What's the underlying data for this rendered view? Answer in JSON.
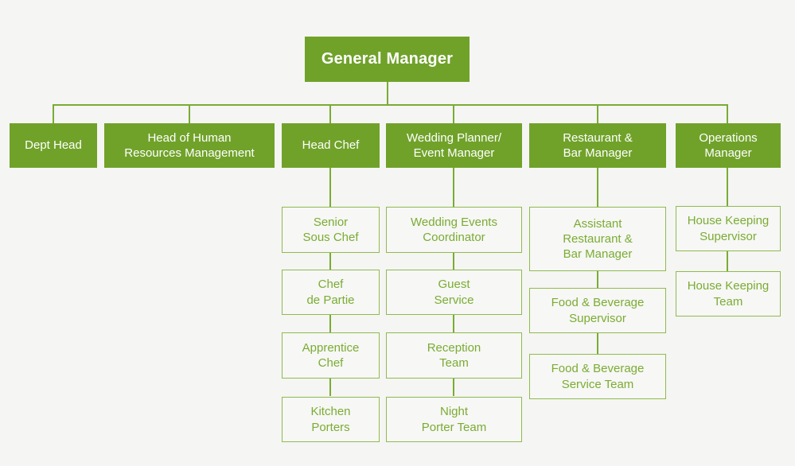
{
  "meta": {
    "title": "Hotel Organizational Chart",
    "colors": {
      "node_fill_green": "#70a22a",
      "node_outline_green": "#8fbb4e",
      "text_green": "#7aac33",
      "text_white": "#ffffff",
      "background": "#f5f5f3"
    }
  },
  "chart_data": {
    "type": "diagram",
    "diagram_kind": "organizational-chart",
    "root": "General Manager",
    "nodes": [
      {
        "id": "gm",
        "label": "General Manager",
        "style": "filled",
        "level": 0,
        "parent": null
      },
      {
        "id": "dept-head",
        "label": "Dept Head",
        "style": "filled",
        "level": 1,
        "parent": "gm"
      },
      {
        "id": "hr",
        "label": "Head of Human\nResources Management",
        "style": "filled",
        "level": 1,
        "parent": "gm"
      },
      {
        "id": "head-chef",
        "label": "Head Chef",
        "style": "filled",
        "level": 1,
        "parent": "gm"
      },
      {
        "id": "wedding-planner",
        "label": "Wedding Planner/\nEvent Manager",
        "style": "filled",
        "level": 1,
        "parent": "gm"
      },
      {
        "id": "restaurant-bar",
        "label": "Restaurant &\nBar Manager",
        "style": "filled",
        "level": 1,
        "parent": "gm"
      },
      {
        "id": "operations",
        "label": "Operations\nManager",
        "style": "filled",
        "level": 1,
        "parent": "gm"
      },
      {
        "id": "senior-sous-chef",
        "label": "Senior\nSous Chef",
        "style": "outlined",
        "level": 2,
        "parent": "head-chef"
      },
      {
        "id": "chef-de-partie",
        "label": "Chef\nde Partie",
        "style": "outlined",
        "level": 3,
        "parent": "senior-sous-chef"
      },
      {
        "id": "apprentice-chef",
        "label": "Apprentice\nChef",
        "style": "outlined",
        "level": 4,
        "parent": "chef-de-partie"
      },
      {
        "id": "kitchen-porters",
        "label": "Kitchen\nPorters",
        "style": "outlined",
        "level": 5,
        "parent": "apprentice-chef"
      },
      {
        "id": "wedding-events-coordinator",
        "label": "Wedding Events\nCoordinator",
        "style": "outlined",
        "level": 2,
        "parent": "wedding-planner"
      },
      {
        "id": "guest-service",
        "label": "Guest\nService",
        "style": "outlined",
        "level": 3,
        "parent": "wedding-events-coordinator"
      },
      {
        "id": "reception-team",
        "label": "Reception\nTeam",
        "style": "outlined",
        "level": 4,
        "parent": "guest-service"
      },
      {
        "id": "night-porter-team",
        "label": "Night\nPorter Team",
        "style": "outlined",
        "level": 5,
        "parent": "reception-team"
      },
      {
        "id": "assistant-restaurant-bar-manager",
        "label": "Assistant\nRestaurant &\nBar Manager",
        "style": "outlined",
        "level": 2,
        "parent": "restaurant-bar"
      },
      {
        "id": "fb-supervisor",
        "label": "Food & Beverage\nSupervisor",
        "style": "outlined",
        "level": 3,
        "parent": "assistant-restaurant-bar-manager"
      },
      {
        "id": "fb-service-team",
        "label": "Food & Beverage\nService Team",
        "style": "outlined",
        "level": 4,
        "parent": "fb-supervisor"
      },
      {
        "id": "housekeeping-supervisor",
        "label": "House Keeping\nSupervisor",
        "style": "outlined",
        "level": 2,
        "parent": "operations"
      },
      {
        "id": "housekeeping-team",
        "label": "House Keeping\nTeam",
        "style": "outlined",
        "level": 3,
        "parent": "housekeeping-supervisor"
      }
    ],
    "edges": [
      {
        "from": "gm",
        "to": "dept-head"
      },
      {
        "from": "gm",
        "to": "hr"
      },
      {
        "from": "gm",
        "to": "head-chef"
      },
      {
        "from": "gm",
        "to": "wedding-planner"
      },
      {
        "from": "gm",
        "to": "restaurant-bar"
      },
      {
        "from": "gm",
        "to": "operations"
      },
      {
        "from": "head-chef",
        "to": "senior-sous-chef"
      },
      {
        "from": "senior-sous-chef",
        "to": "chef-de-partie"
      },
      {
        "from": "chef-de-partie",
        "to": "apprentice-chef"
      },
      {
        "from": "apprentice-chef",
        "to": "kitchen-porters"
      },
      {
        "from": "wedding-planner",
        "to": "wedding-events-coordinator"
      },
      {
        "from": "wedding-events-coordinator",
        "to": "guest-service"
      },
      {
        "from": "guest-service",
        "to": "reception-team"
      },
      {
        "from": "reception-team",
        "to": "night-porter-team"
      },
      {
        "from": "restaurant-bar",
        "to": "assistant-restaurant-bar-manager"
      },
      {
        "from": "assistant-restaurant-bar-manager",
        "to": "fb-supervisor"
      },
      {
        "from": "fb-supervisor",
        "to": "fb-service-team"
      },
      {
        "from": "operations",
        "to": "housekeeping-supervisor"
      },
      {
        "from": "housekeeping-supervisor",
        "to": "housekeeping-team"
      }
    ]
  },
  "nodes": {
    "gm": "General Manager",
    "dept_head": "Dept Head",
    "hr": "Head of Human\nResources Management",
    "head_chef": "Head Chef",
    "wedding_planner": "Wedding Planner/\nEvent Manager",
    "restaurant_bar": "Restaurant &\nBar Manager",
    "operations": "Operations\nManager",
    "senior_sous_chef": "Senior\nSous Chef",
    "chef_de_partie": "Chef\nde Partie",
    "apprentice_chef": "Apprentice\nChef",
    "kitchen_porters": "Kitchen\nPorters",
    "wedding_events_coordinator": "Wedding Events\nCoordinator",
    "guest_service": "Guest\nService",
    "reception_team": "Reception\nTeam",
    "night_porter_team": "Night\nPorter Team",
    "assistant_restaurant_bar_manager": "Assistant\nRestaurant &\nBar Manager",
    "fb_supervisor": "Food & Beverage\nSupervisor",
    "fb_service_team": "Food & Beverage\nService Team",
    "housekeeping_supervisor": "House Keeping\nSupervisor",
    "housekeeping_team": "House Keeping\nTeam"
  }
}
